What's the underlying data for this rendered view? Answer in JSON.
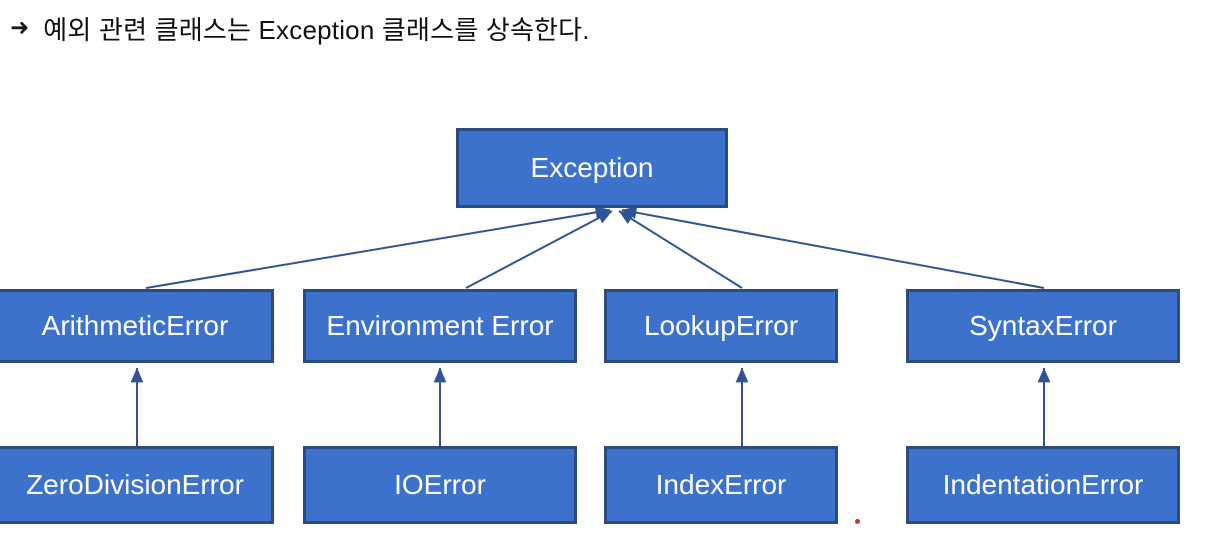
{
  "slide": {
    "heading": {
      "bullet": "➜",
      "bullet_icon": "triangle-right-bullet-icon",
      "text": "예외 관련 클래스는 Exception 클래스를 상속한다."
    },
    "colors": {
      "node_fill": "#3D72CC",
      "node_border": "#2B4B81",
      "node_text": "#FFFFFF",
      "connector": "#2F5496",
      "background": "#FFFFFF",
      "pointer_dot": "#C0392B",
      "heading_text": "#111111"
    },
    "diagram": {
      "type": "class-inheritance-hierarchy",
      "root": {
        "id": "exception",
        "label": "Exception"
      },
      "level2": [
        {
          "id": "arithmeticerror",
          "label": "ArithmeticError"
        },
        {
          "id": "environmenterror",
          "label": "Environment Error"
        },
        {
          "id": "lookuperror",
          "label": "LookupError"
        },
        {
          "id": "syntaxerror",
          "label": "SyntaxError"
        }
      ],
      "level3": [
        {
          "id": "zerodivisionerror",
          "label": "ZeroDivisionError"
        },
        {
          "id": "ioerror",
          "label": "IOError"
        },
        {
          "id": "indexerror",
          "label": "IndexError"
        },
        {
          "id": "indentationerror",
          "label": "IndentationError"
        }
      ],
      "edges": [
        {
          "from": "arithmeticerror",
          "to": "exception"
        },
        {
          "from": "environmenterror",
          "to": "exception"
        },
        {
          "from": "lookuperror",
          "to": "exception"
        },
        {
          "from": "syntaxerror",
          "to": "exception"
        },
        {
          "from": "zerodivisionerror",
          "to": "arithmeticerror"
        },
        {
          "from": "ioerror",
          "to": "environmenterror"
        },
        {
          "from": "indexerror",
          "to": "lookuperror"
        },
        {
          "from": "indentationerror",
          "to": "syntaxerror"
        }
      ]
    }
  }
}
